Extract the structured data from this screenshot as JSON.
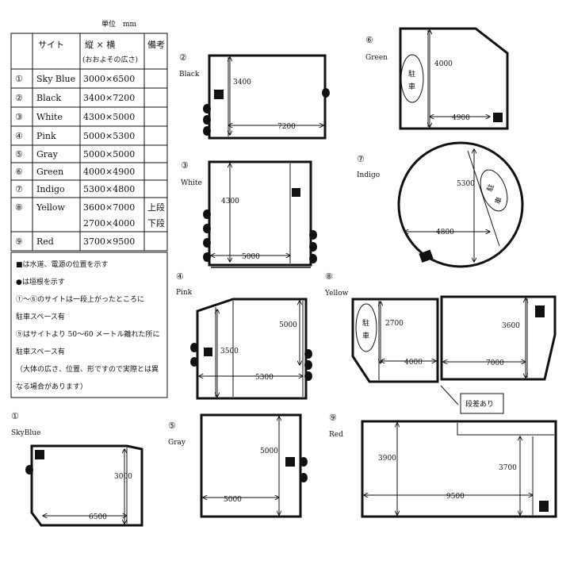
{
  "unit_label": "単位　mm",
  "table": {
    "headers": [
      "サイト",
      "縦 × 横",
      "(おおよその広さ)",
      "備考"
    ],
    "rows": [
      {
        "num": "①",
        "name": "Sky Blue",
        "size": "3000×6500",
        "note": ""
      },
      {
        "num": "②",
        "name": "Black",
        "size": "3400×7200",
        "note": ""
      },
      {
        "num": "③",
        "name": "White",
        "size": "4300×5000",
        "note": ""
      },
      {
        "num": "④",
        "name": "Pink",
        "size": "5000×5300",
        "note": ""
      },
      {
        "num": "⑤",
        "name": "Gray",
        "size": "5000×5000",
        "note": ""
      },
      {
        "num": "⑥",
        "name": "Green",
        "size": "4000×4900",
        "note": ""
      },
      {
        "num": "⑦",
        "name": "Indigo",
        "size": "5300×4800",
        "note": ""
      },
      {
        "num": "⑧",
        "name": "Yellow",
        "size": "3600×7000",
        "size2": "2700×4000",
        "note": "上段",
        "note2": "下段"
      },
      {
        "num": "⑨",
        "name": "Red",
        "size": "3700×9500",
        "note": ""
      }
    ]
  },
  "notes": [
    "■は水道、電源の位置を示す",
    "●は垣根を示す",
    "①～⑥のサイトは一段上がったところに",
    "駐車スペース有",
    "⑨はサイトより 50～60 メートル離れた所に",
    "駐車スペース有",
    "（大体の広さ、位置、形ですので実際とは異",
    "なる場合があります）"
  ],
  "sites": {
    "skyblue": {
      "num": "①",
      "label": "SkyBlue",
      "dim_v": "3000",
      "dim_h": "6500"
    },
    "black": {
      "num": "②",
      "label": "Black",
      "dim_v": "3400",
      "dim_h": "7200"
    },
    "white": {
      "num": "③",
      "label": "White",
      "dim_v": "4300",
      "dim_h": "5000"
    },
    "pink": {
      "num": "④",
      "label": "Pink",
      "dim_v1": "5000",
      "dim_v2": "3500",
      "dim_h": "5300"
    },
    "gray": {
      "num": "⑤",
      "label": "Gray",
      "dim_v": "5000",
      "dim_h": "5000"
    },
    "green": {
      "num": "⑥",
      "label": "Green",
      "dim_v": "4000",
      "dim_h": "4900",
      "parking": [
        "駐",
        "車"
      ]
    },
    "indigo": {
      "num": "⑦",
      "label": "Indigo",
      "dim_v": "5300",
      "dim_h": "4800",
      "parking": [
        "駐",
        "車"
      ]
    },
    "yellow": {
      "num": "⑧",
      "label": "Yellow",
      "dim_v1": "2700",
      "dim_h1": "4000",
      "dim_v2": "3600",
      "dim_h2": "7000",
      "parking": [
        "駐",
        "車"
      ],
      "step_note": "段差あり"
    },
    "red": {
      "num": "⑨",
      "label": "Red",
      "dim_v1": "3900",
      "dim_v2": "3700",
      "dim_h": "9500"
    }
  }
}
